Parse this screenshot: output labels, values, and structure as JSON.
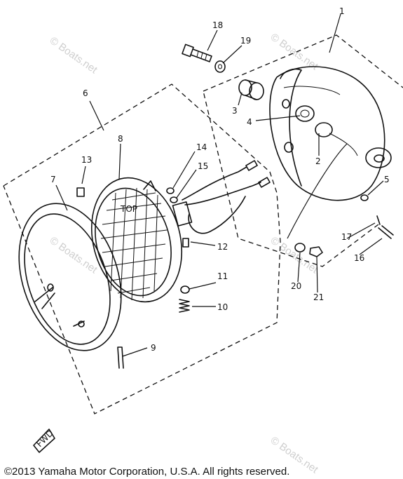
{
  "callouts": [
    "1",
    "2",
    "3",
    "4",
    "5",
    "6",
    "7",
    "8",
    "9",
    "10",
    "11",
    "12",
    "13",
    "14",
    "15",
    "16",
    "17",
    "18",
    "19",
    "20",
    "21"
  ],
  "fwd_label": "FWD",
  "lens_marking": "TOP",
  "watermark": "© Boats.net",
  "copyright": "©2013 Yamaha Motor Corporation, U.S.A. All rights reserved."
}
